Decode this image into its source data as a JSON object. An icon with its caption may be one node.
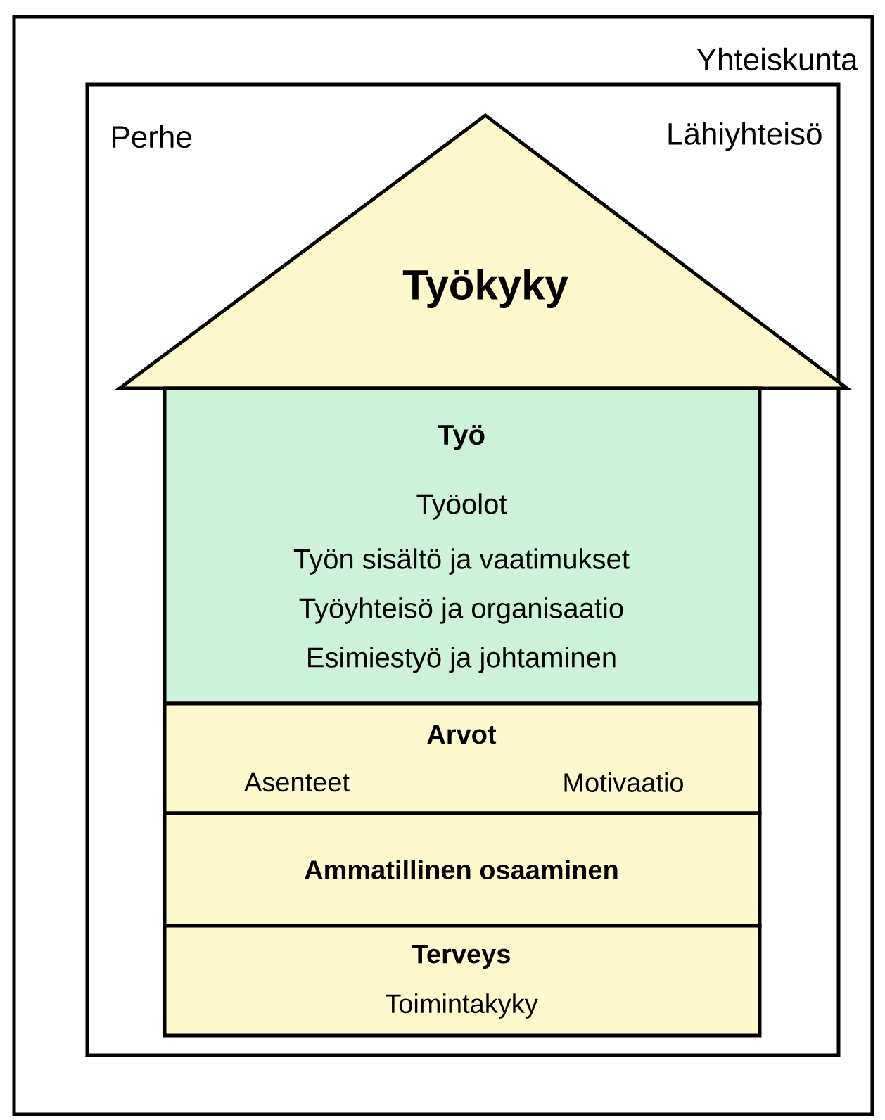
{
  "diagram": {
    "nodes": [
      {
        "text": [
          "Yhteiskunta"
        ]
      },
      {
        "text": [
          "Perhe",
          "Lähiyhteisö"
        ],
        "in": 0
      },
      {
        "text": [
          "Työkyky"
        ],
        "in": 1
      },
      {
        "text": [
          "Työ",
          "Työolot",
          "Työn sisältö ja vaatimukset",
          "Työyhteisö ja organisaatio",
          "Esimiestyö ja johtaminen"
        ],
        "in": 1
      },
      {
        "text": [
          "Arvot",
          "Asenteet",
          "Motivaatio"
        ],
        "in": 1
      },
      {
        "text": [
          "Ammatillinen osaaminen"
        ],
        "in": 1
      },
      {
        "text": [
          "Terveys",
          "Toimintakyky"
        ],
        "in": 1
      }
    ]
  }
}
